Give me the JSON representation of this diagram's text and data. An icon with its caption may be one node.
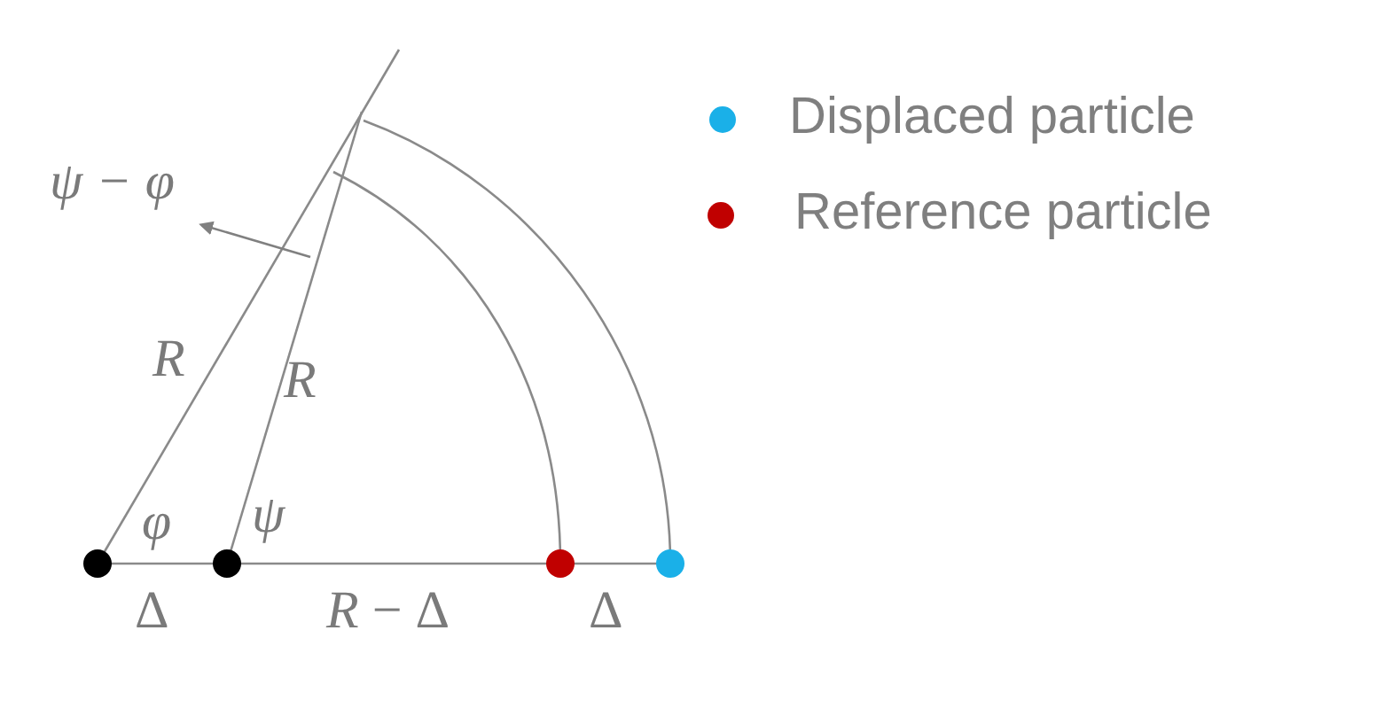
{
  "diagram": {
    "labels": [
      "ψ − φ",
      "R",
      "R",
      "φ",
      "ψ",
      "Δ",
      "*R* − Δ",
      "Δ"
    ],
    "legend": [
      {
        "text": "Displaced particle",
        "color": "#1ab0e8"
      },
      {
        "text": "Reference particle",
        "color": "#c00000"
      }
    ]
  }
}
